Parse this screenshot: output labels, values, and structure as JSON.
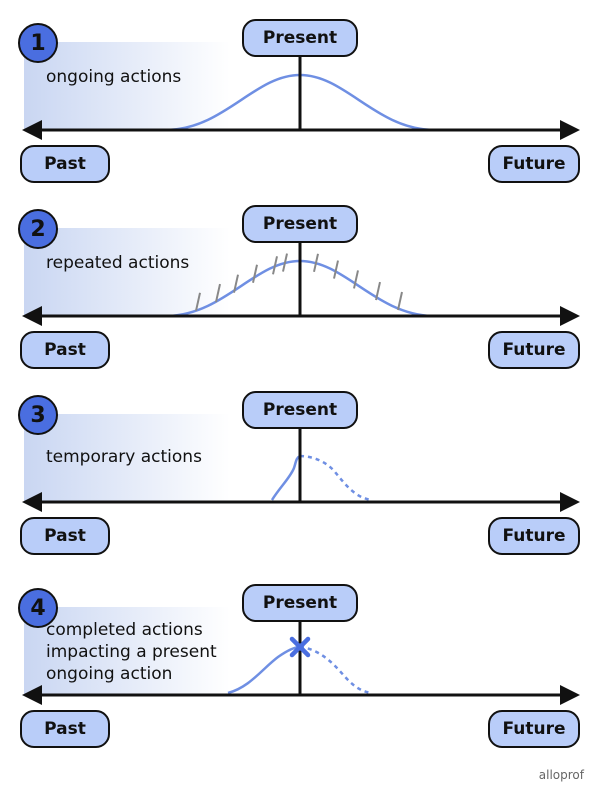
{
  "labels": {
    "present": "Present",
    "past": "Past",
    "future": "Future"
  },
  "panels": [
    {
      "number": "1",
      "type": "ongoing",
      "text": [
        "ongoing actions"
      ]
    },
    {
      "number": "2",
      "type": "repeated",
      "text": [
        "repeated actions"
      ]
    },
    {
      "number": "3",
      "type": "temporary",
      "text": [
        "temporary actions"
      ]
    },
    {
      "number": "4",
      "type": "completed",
      "text": [
        "completed actions",
        "impacting a present",
        "ongoing action"
      ]
    }
  ],
  "credit": "alloprof",
  "colors": {
    "accent": "#4a6ee0",
    "curve": "#6f8fe3",
    "pill": "#b9cdf9",
    "gradient": "#c9d6f2",
    "tick": "#888888",
    "axis": "#111111"
  }
}
